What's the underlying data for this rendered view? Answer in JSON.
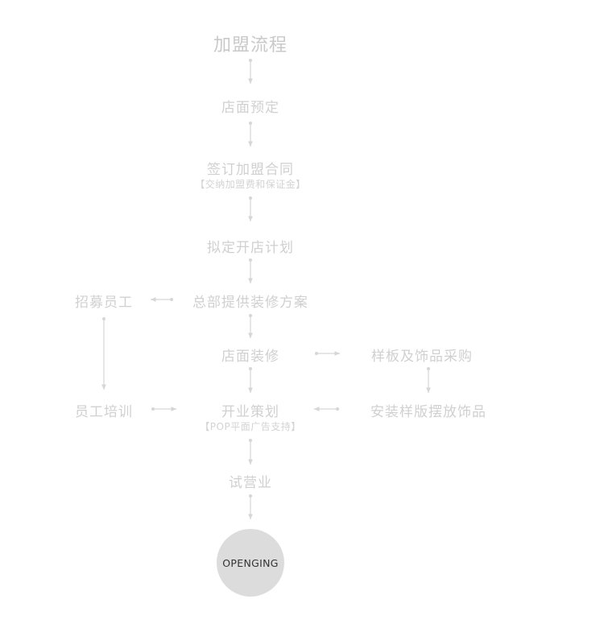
{
  "title": "加盟流程",
  "steps": {
    "reserve": "店面预定",
    "sign": "签订加盟合同",
    "sign_note": "【交纳加盟费和保证金】",
    "plan": "拟定开店计划",
    "hq_design": "总部提供装修方案",
    "recruit": "招募员工",
    "renovate": "店面装修",
    "purchase": "样板及饰品采购",
    "training": "员工培训",
    "opening_plan": "开业策划",
    "opening_plan_note": "【POP平面广告支持】",
    "display": "安装样版摆放饰品",
    "trial": "试营业"
  },
  "end": "OPENGING",
  "colors": {
    "text": "#d0d0d0",
    "line": "#d6d6d6",
    "end_fill": "#dcdcdc",
    "end_text": "#333333"
  }
}
